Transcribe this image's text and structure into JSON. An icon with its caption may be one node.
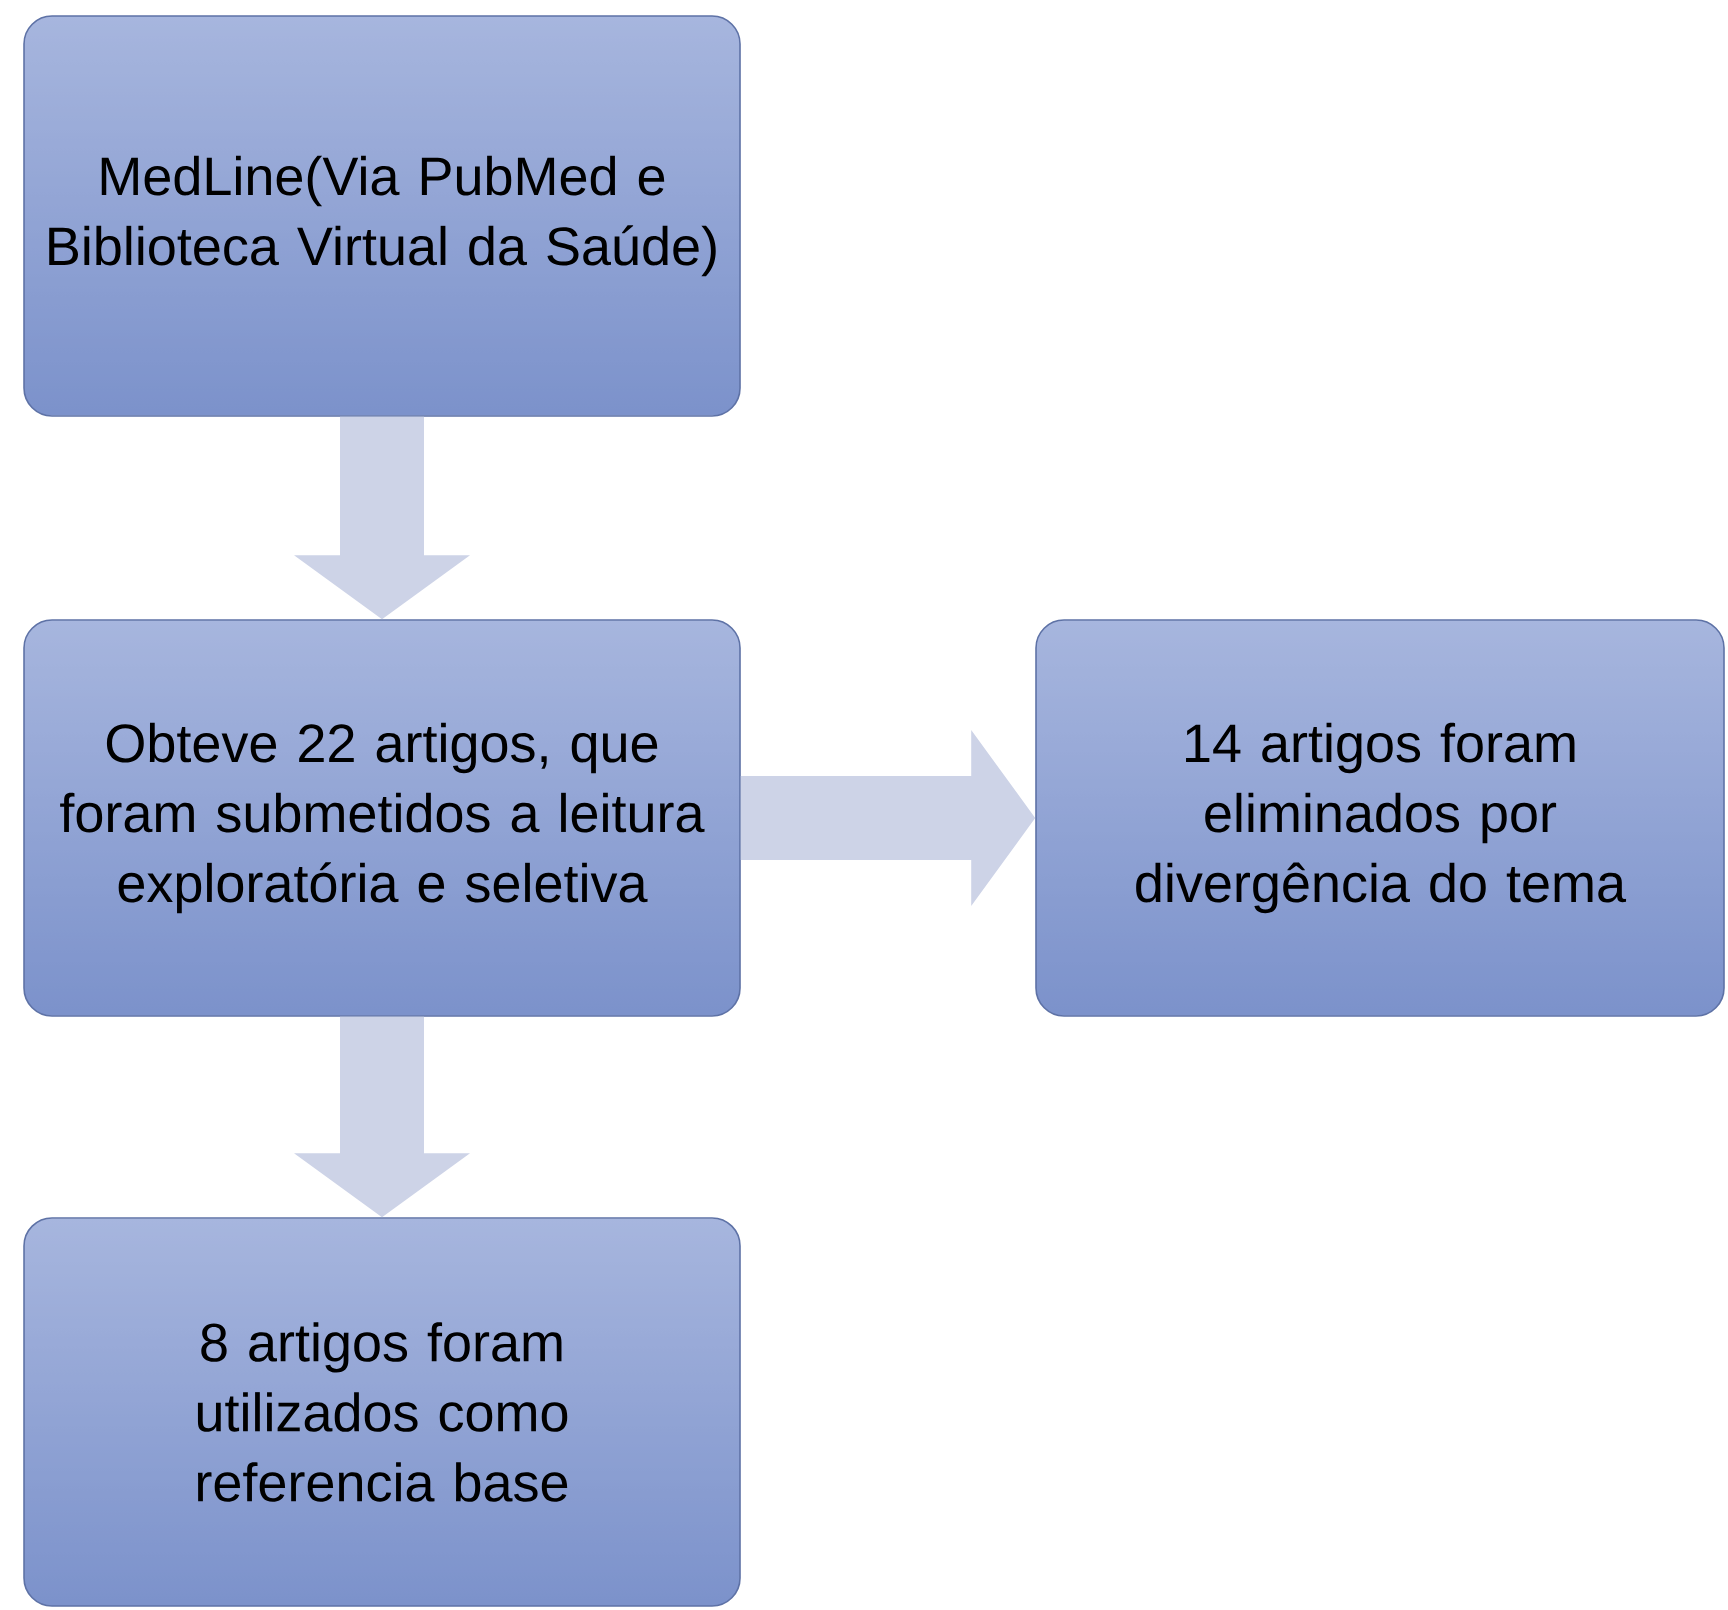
{
  "diagram": {
    "nodes": [
      {
        "text": [
          "MedLine(Via PubMed e Biblioteca Virtual da Saúde)"
        ]
      },
      {
        "text": [
          "Obteve 22 artigos, que foram submetidos a leitura exploratória e seletiva"
        ]
      },
      {
        "text": [
          "8 artigos foram utilizados como referencia base"
        ]
      },
      {
        "text": [
          "14 artigos foram eliminados por divergência do tema"
        ]
      }
    ],
    "edges": [
      {
        "from": 0,
        "to": 1,
        "arrow": "to"
      },
      {
        "from": 1,
        "to": 3,
        "arrow": "to"
      },
      {
        "from": 1,
        "to": 2,
        "arrow": "to"
      }
    ]
  }
}
